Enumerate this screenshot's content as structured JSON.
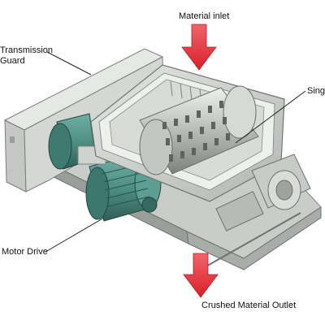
{
  "labels": {
    "material_inlet": "Material inlet",
    "transmission_guard_line1": "Transmission",
    "transmission_guard_line2": "Guard",
    "single_rotor": "Singl",
    "motor_drive": "Motor Drive",
    "crushed_material_outlet": "Crushed Material Outlet"
  },
  "colors": {
    "arrow": "#e8343b",
    "motor": "#4f8f84",
    "steel_light": "#d6d8d6",
    "steel_mid": "#b9bcb9",
    "steel_dark": "#8e928f"
  }
}
